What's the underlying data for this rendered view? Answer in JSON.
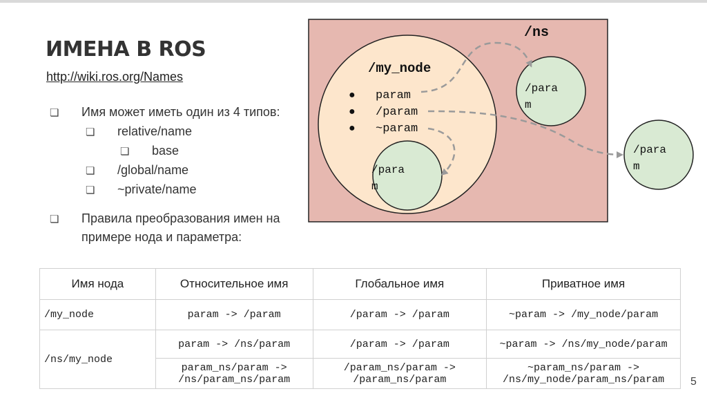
{
  "slide": {
    "title": "ИМЕНА В ROS",
    "link": "http://wiki.ros.org/Names",
    "page_number": "5"
  },
  "bullets": {
    "marker": "❏",
    "item1": "Имя может иметь один из 4 типов:",
    "item1a": "relative/name",
    "item1a_i": "base",
    "item1b": "/global/name",
    "item1c": "~private/name",
    "item2_line1": "Правила преобразования имен на",
    "item2_line2": "примере нода и параметра:"
  },
  "diagram": {
    "ns_label": "/ns",
    "node_label": "/my_node",
    "bullet_dot": "●",
    "param_relative": "param",
    "param_global": "/param",
    "param_private": "~param",
    "circle_line1": "/para",
    "circle_line2": "m",
    "colors": {
      "ns_box": "#e6b8b0",
      "node_circle": "#fde6cc",
      "param_circle": "#d9ead3",
      "arrow": "#999999"
    }
  },
  "table": {
    "headers": [
      "Имя нода",
      "Относительное имя",
      "Глобальное имя",
      "Приватное имя"
    ],
    "row1": [
      "/my_node",
      "param -> /param",
      "/param -> /param",
      "~param -> /my_node/param"
    ],
    "row2_node": "/ns/my_node",
    "row2a": [
      "param -> /ns/param",
      "/param -> /param",
      "~param -> /ns/my_node/param"
    ],
    "row2b": [
      [
        "param_ns/param ->",
        "/ns/param_ns/param"
      ],
      [
        "/param_ns/param ->",
        "/param_ns/param"
      ],
      [
        "~param_ns/param ->",
        "/ns/my_node/param_ns/param"
      ]
    ]
  }
}
